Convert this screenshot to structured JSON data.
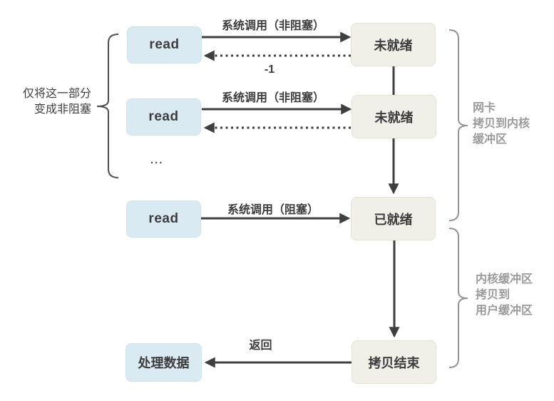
{
  "diagram": {
    "title_semantic": "non-blocking IO read flow",
    "left_annotation": {
      "line1": "仅将这一部分",
      "line2": "变成非阻塞"
    },
    "ellipsis": "...",
    "nodes": {
      "read1": "read",
      "read2": "read",
      "read3": "read",
      "not_ready1": "未就绪",
      "not_ready2": "未就绪",
      "ready": "已就绪",
      "copy_done": "拷贝结束",
      "process_data": "处理数据"
    },
    "edge_labels": {
      "syscall_nonblocking1": "系统调用（非阻塞）",
      "return_minus1": "-1",
      "syscall_nonblocking2": "系统调用（非阻塞）",
      "syscall_blocking": "系统调用（阻塞）",
      "return_label": "返回"
    },
    "brace_labels": {
      "nic": {
        "line1": "网卡",
        "line2": "拷贝到内核",
        "line3": "缓冲区"
      },
      "kernel": {
        "line1": "内核缓冲区",
        "line2": "拷贝到",
        "line3": "用户缓冲区"
      }
    },
    "colors": {
      "read_box_fill": "#daeaf3",
      "state_box_fill": "#f0efe8",
      "arrow": "#3f3f3f",
      "left_brace": "#4d4d4d",
      "right_brace": "#949494",
      "gray_label": "#9a9a9a",
      "text": "#3d3d3d",
      "background": "#ffffff"
    }
  }
}
